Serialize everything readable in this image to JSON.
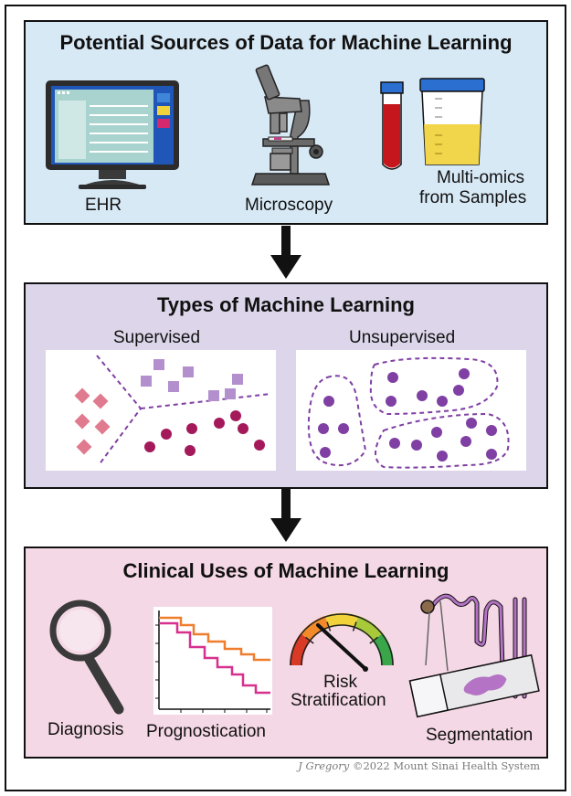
{
  "sources": {
    "title": "Potential Sources of Data for Machine Learning",
    "items": [
      {
        "label": "EHR",
        "icon": "computer-monitor-icon"
      },
      {
        "label": "Microscopy",
        "icon": "microscope-icon"
      },
      {
        "label_line1": "Multi-omics",
        "label_line2": "from Samples",
        "icon": "sample-tubes-icon"
      }
    ]
  },
  "types": {
    "title": "Types of Machine Learning",
    "supervised": {
      "label": "Supervised"
    },
    "unsupervised": {
      "label": "Unsupervised"
    }
  },
  "uses": {
    "title": "Clinical Uses of Machine Learning",
    "diagnosis": "Diagnosis",
    "prognostication": "Prognostication",
    "risk_line1": "Risk",
    "risk_line2": "Stratification",
    "segmentation": "Segmentation"
  },
  "credit": {
    "author": "J Gregory",
    "rest": " ©2022 Mount Sinai Health System"
  },
  "colors": {
    "panel1": "#d8e9f6",
    "panel2": "#ddd6ea",
    "panel3": "#f5d8e5",
    "diamond": "#e07a8e",
    "square": "#b48fcd",
    "crimson_dot": "#a4195a",
    "purple_dot": "#7f3fa3",
    "curve_orange": "#ef7d2e",
    "curve_magenta": "#d7308e"
  }
}
